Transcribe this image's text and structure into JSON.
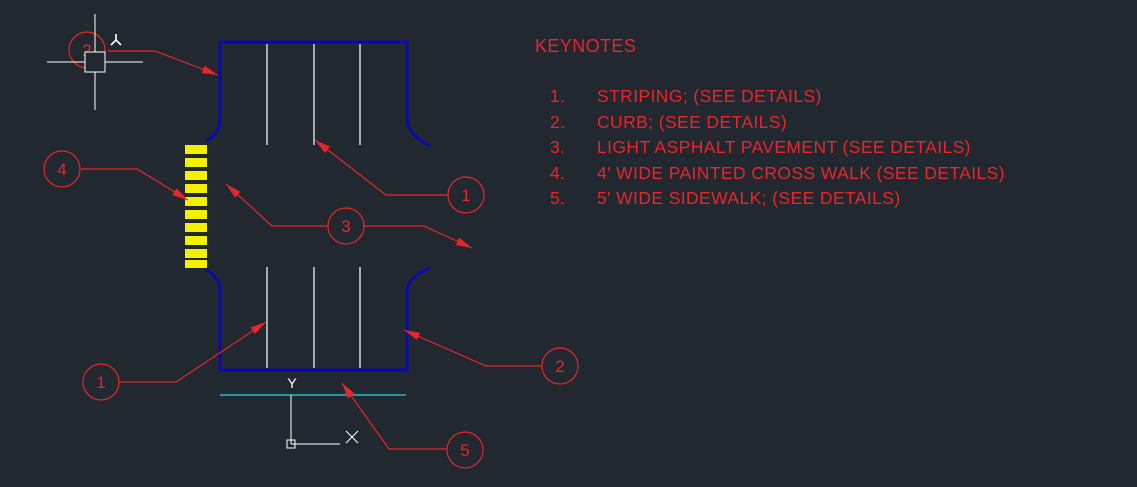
{
  "keynotes": {
    "title": "KEYNOTES",
    "items": [
      {
        "num": "1.",
        "text": "STRIPING; (SEE DETAILS)"
      },
      {
        "num": "2.",
        "text": "CURB; (SEE DETAILS)"
      },
      {
        "num": "3.",
        "text": "LIGHT ASPHALT PAVEMENT (SEE DETAILS)"
      },
      {
        "num": "4.",
        "text": "4' WIDE PAINTED CROSS WALK (SEE DETAILS)"
      },
      {
        "num": "5.",
        "text": "5' WIDE SIDEWALK; (SEE DETAILS)"
      }
    ]
  },
  "callouts": {
    "c1_right": "1",
    "c1_bottom": "1",
    "c2": "2",
    "c3": "3",
    "c4": "4",
    "c5": "5",
    "c_topleft": "2"
  },
  "ucs": {
    "x_label": "X",
    "y_label": "Y"
  },
  "colors": {
    "background": "#212830",
    "curb": "#0a0aa8",
    "striping": "#ffffff",
    "annotation": "#e8252b",
    "crosswalk": "#f5f000",
    "sidewalk": "#22b8c8"
  },
  "icons": [
    "crosshair-cursor-icon",
    "ucs-axis-icon"
  ]
}
